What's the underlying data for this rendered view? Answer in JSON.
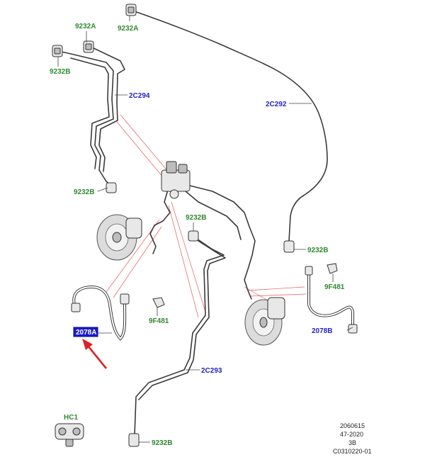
{
  "labels": {
    "9232A_a": "9232A",
    "9232A_b": "9232A",
    "9232B_a": "9232B",
    "9232B_b": "9232B",
    "9232B_c": "9232B",
    "9232B_d": "9232B",
    "9232B_e": "9232B",
    "2C294": "2C294",
    "2C292": "2C292",
    "2C293": "2C293",
    "9F481_a": "9F481",
    "9F481_b": "9F481",
    "2078A": "2078A",
    "2078B": "2078B",
    "HC1": "HC1"
  },
  "reference": {
    "line1": "2060615",
    "line2": "47-2020",
    "line3": "3B",
    "line4": "C0310220-01"
  },
  "colors": {
    "label_green": "#2e8b2e",
    "label_blue": "#2323c8",
    "highlight_bg": "#1a1ad0",
    "arrow_red": "#e02020"
  }
}
